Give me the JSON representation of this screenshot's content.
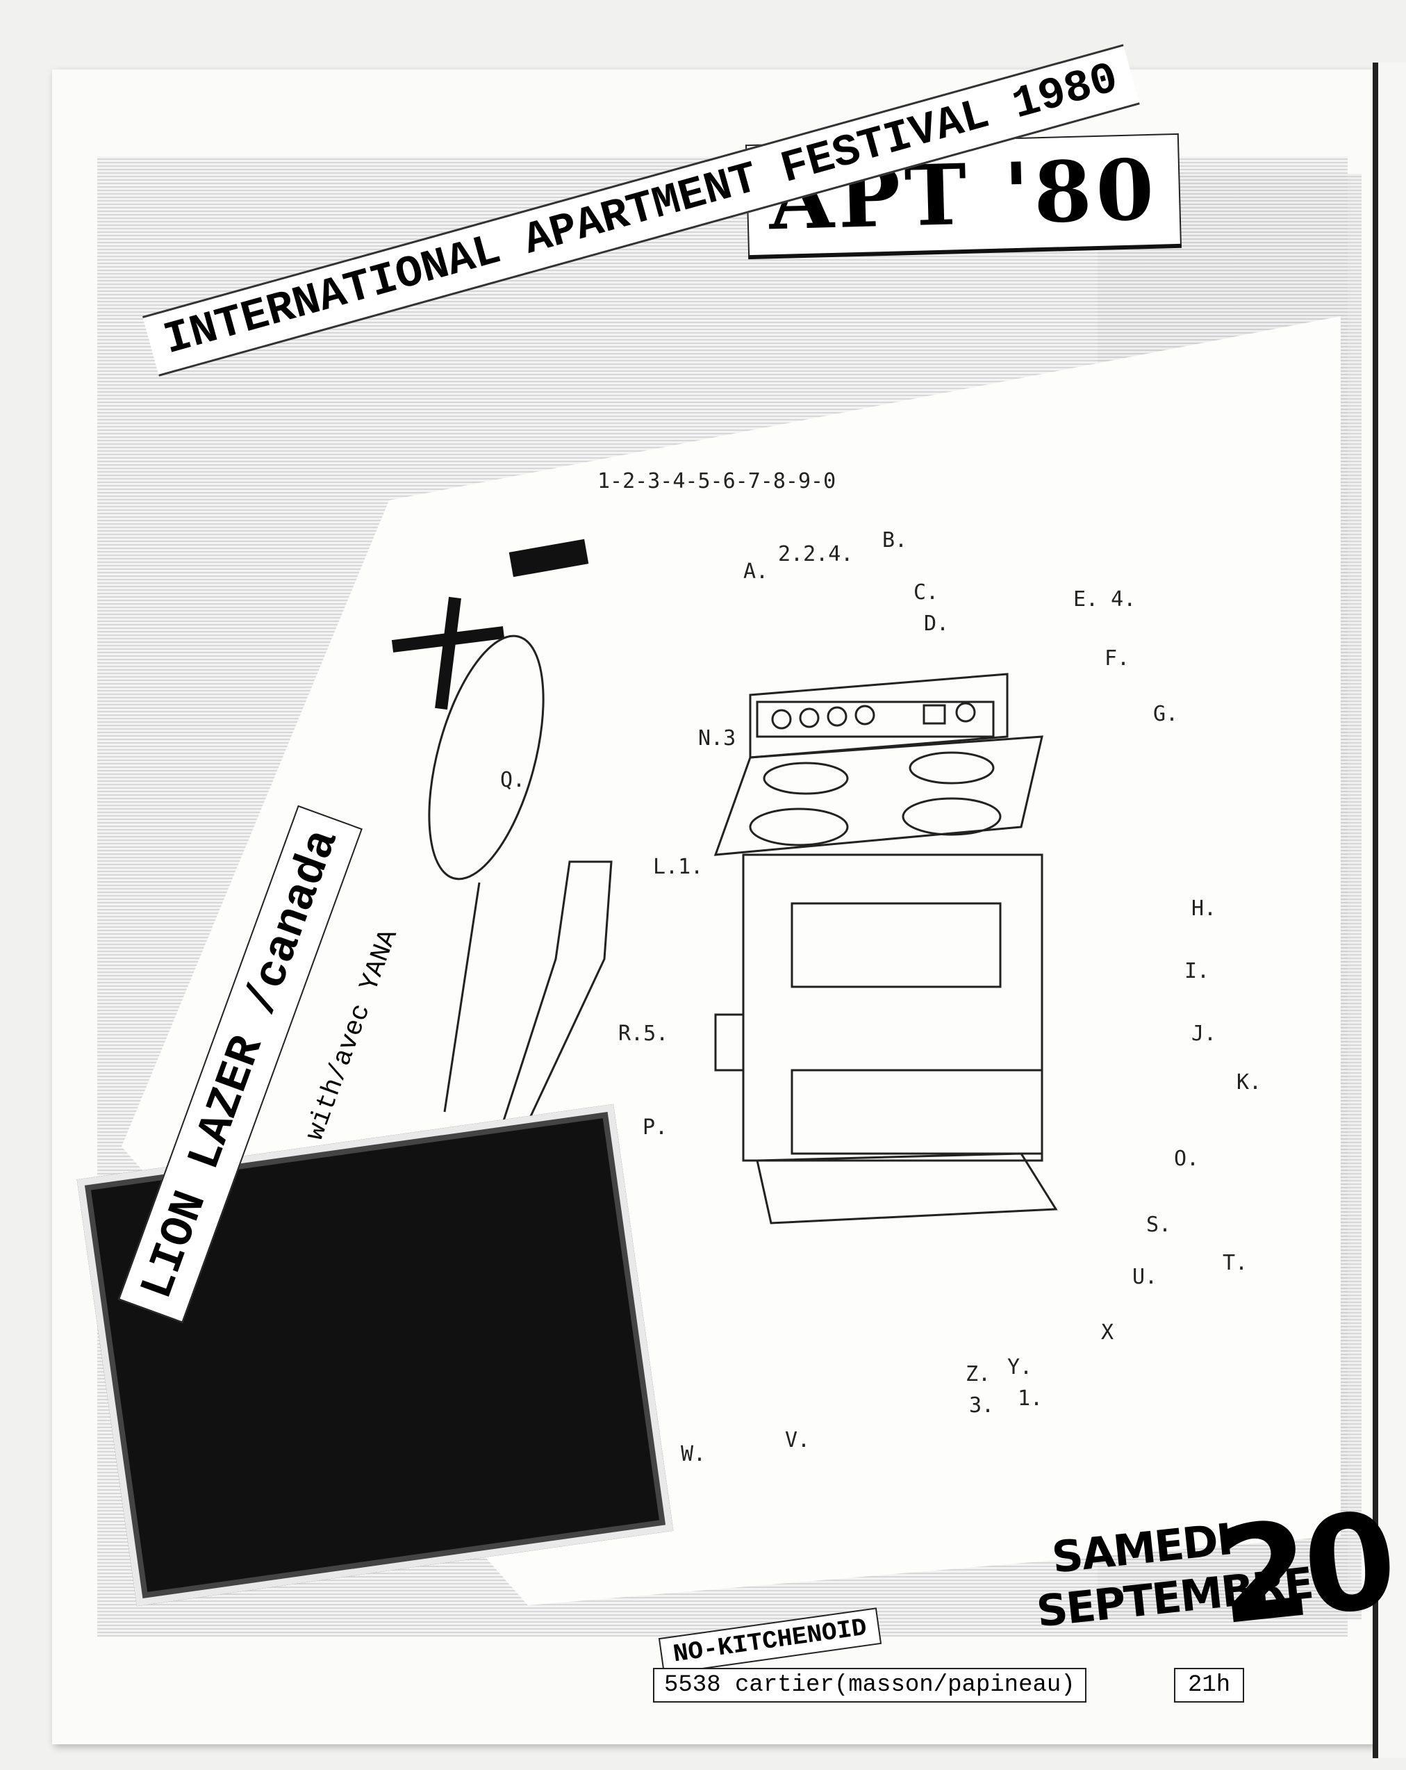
{
  "title": "APT '80",
  "subtitle": "INTERNATIONAL APARTMENT FESTIVAL 1980",
  "artist": {
    "name": "LION LAZER",
    "country": "/canada",
    "with": "with/avec YANA"
  },
  "date": {
    "day": "SAMEDI",
    "month": "SEPTEMBRE",
    "number": "20"
  },
  "venue": "NO-KITCHENOID",
  "address": "5538 cartier(masson/papineau)",
  "time": "21h",
  "drawing_labels": [
    "1-2-3-4-5-6-7-8-9-0",
    "A.",
    "2.2.4.",
    "B.",
    "C.",
    "D.",
    "E. 4.",
    "F.",
    "G.",
    "N.3",
    "Q.",
    "L.1.",
    "R.5.",
    "H.",
    "I.",
    "J.",
    "K.",
    "P.",
    "O.",
    "S.",
    "T.",
    "U.",
    "X",
    "Z.",
    "Y.",
    "3.",
    "1.",
    "W.",
    "V."
  ]
}
